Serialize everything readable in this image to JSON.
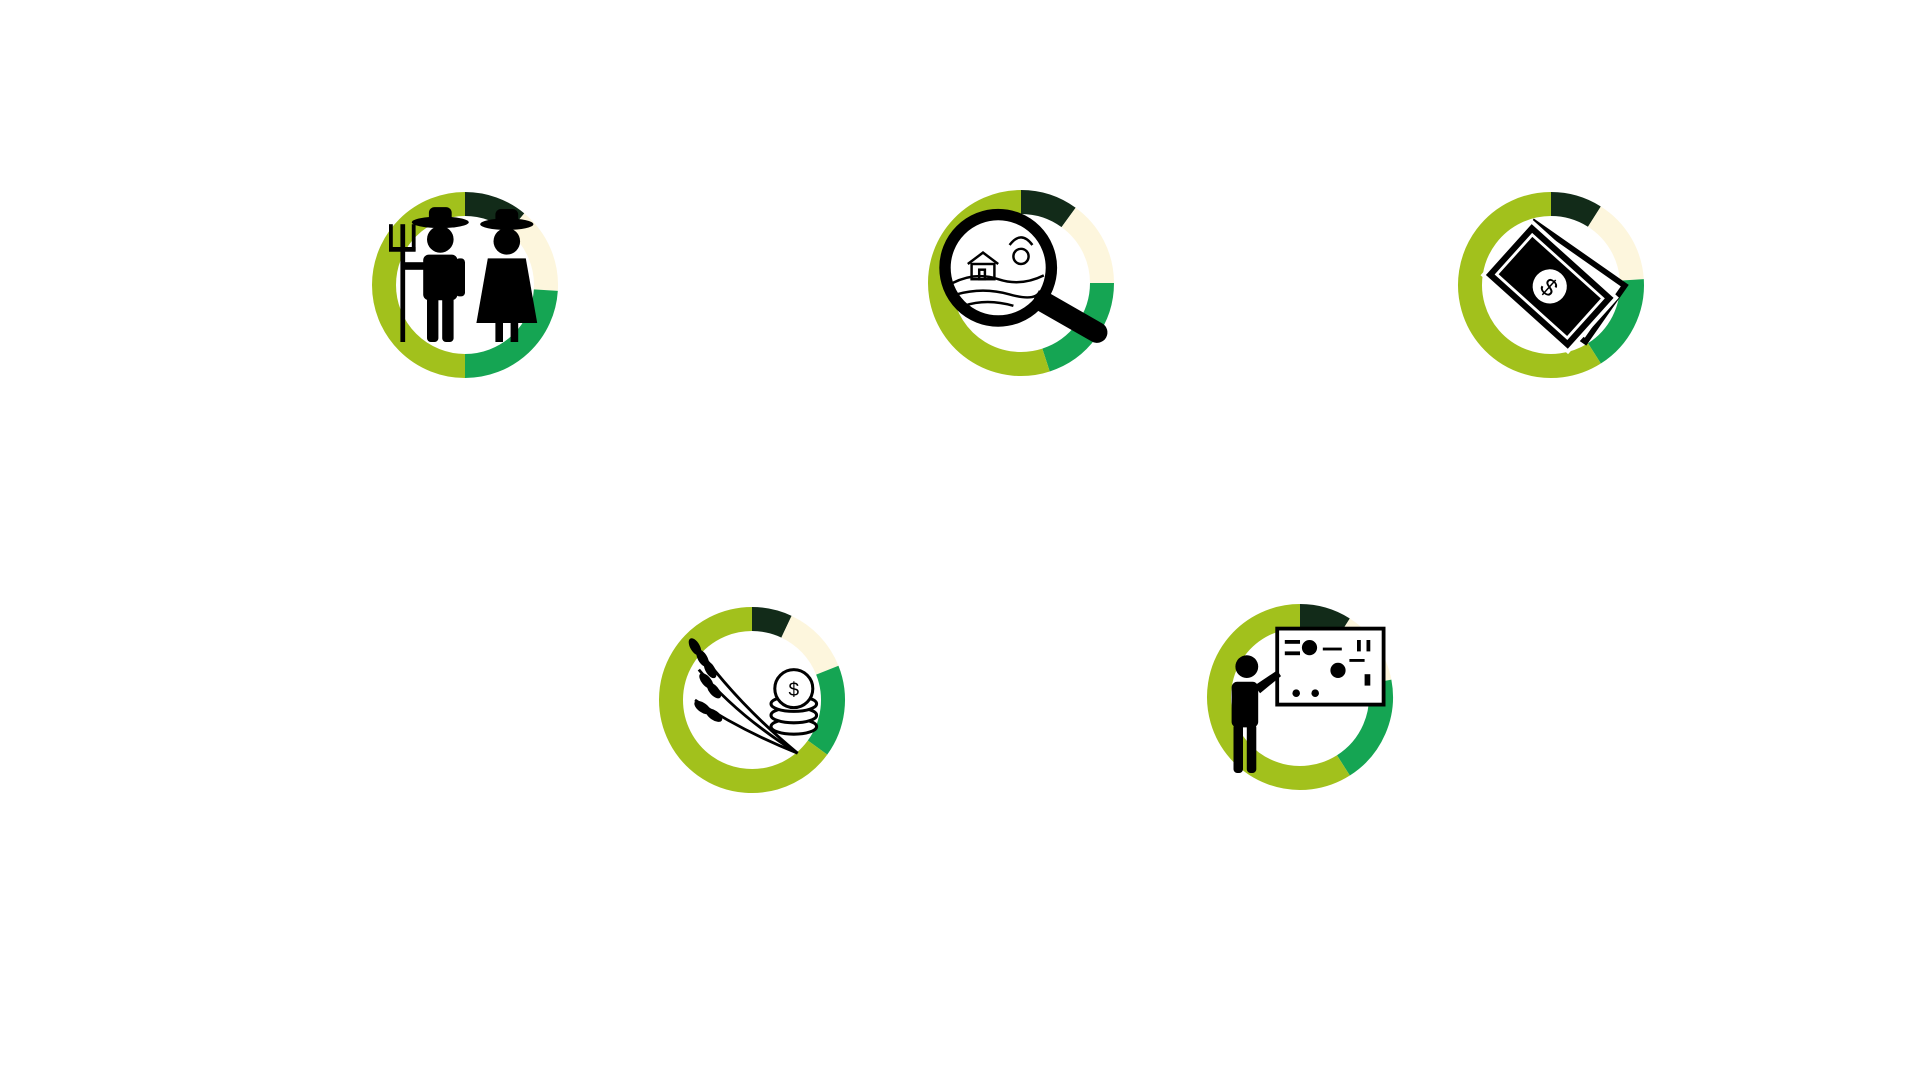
{
  "colors": {
    "dark_green": "#122b19",
    "cream": "#fdf6dd",
    "green": "#15a553",
    "lime": "#a2c11c"
  },
  "chart_data": [
    {
      "type": "pie",
      "icon": "farmers-icon",
      "slices": [
        {
          "color": "dark_green",
          "value": 11
        },
        {
          "color": "cream",
          "value": 15
        },
        {
          "color": "green",
          "value": 24
        },
        {
          "color": "lime",
          "value": 50
        }
      ]
    },
    {
      "type": "pie",
      "icon": "farm-magnifier-icon",
      "slices": [
        {
          "color": "dark_green",
          "value": 10
        },
        {
          "color": "cream",
          "value": 15
        },
        {
          "color": "green",
          "value": 20
        },
        {
          "color": "lime",
          "value": 55
        }
      ]
    },
    {
      "type": "pie",
      "icon": "money-icon",
      "slices": [
        {
          "color": "dark_green",
          "value": 9
        },
        {
          "color": "cream",
          "value": 15
        },
        {
          "color": "green",
          "value": 17
        },
        {
          "color": "lime",
          "value": 59
        }
      ]
    },
    {
      "type": "pie",
      "icon": "wheat-coins-icon",
      "slices": [
        {
          "color": "dark_green",
          "value": 7
        },
        {
          "color": "cream",
          "value": 12
        },
        {
          "color": "green",
          "value": 16
        },
        {
          "color": "lime",
          "value": 65
        }
      ]
    },
    {
      "type": "pie",
      "icon": "presenter-board-icon",
      "slices": [
        {
          "color": "dark_green",
          "value": 9
        },
        {
          "color": "cream",
          "value": 13
        },
        {
          "color": "green",
          "value": 19
        },
        {
          "color": "lime",
          "value": 59
        }
      ]
    }
  ]
}
